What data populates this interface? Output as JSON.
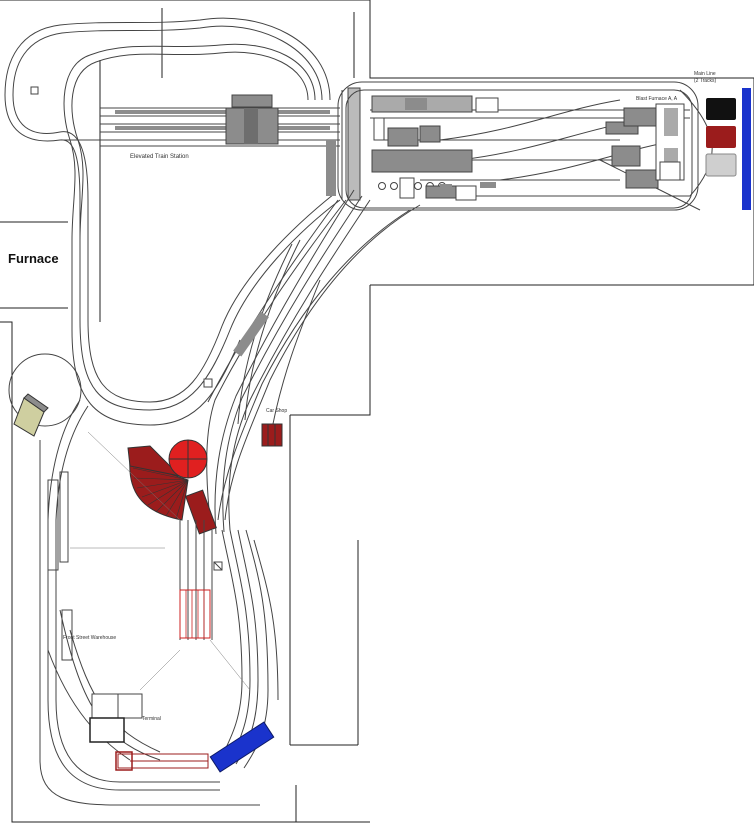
{
  "diagram": {
    "title": "",
    "labels": {
      "furnace": "Furnace",
      "elevated_train_station": "Elevated Train Station",
      "main_line": "Main Line",
      "main_line_tracks": "(2 Tracks)",
      "blast_furnace": "Blast Furnace A, A",
      "car_shop": "Car Shop",
      "front_street_warehouse": "Front Street Warehouse",
      "terminal": "Terminal"
    },
    "colors": {
      "track": "#444444",
      "wall": "#222222",
      "roundhouse": "#9b1c1c",
      "turntable": "#e02020",
      "bridge": "#1a33cc",
      "structure": "#8c8c8c",
      "bin_black": "#111111",
      "bin_red": "#9b1c1c",
      "bin_grey": "#cfcfcf"
    }
  }
}
